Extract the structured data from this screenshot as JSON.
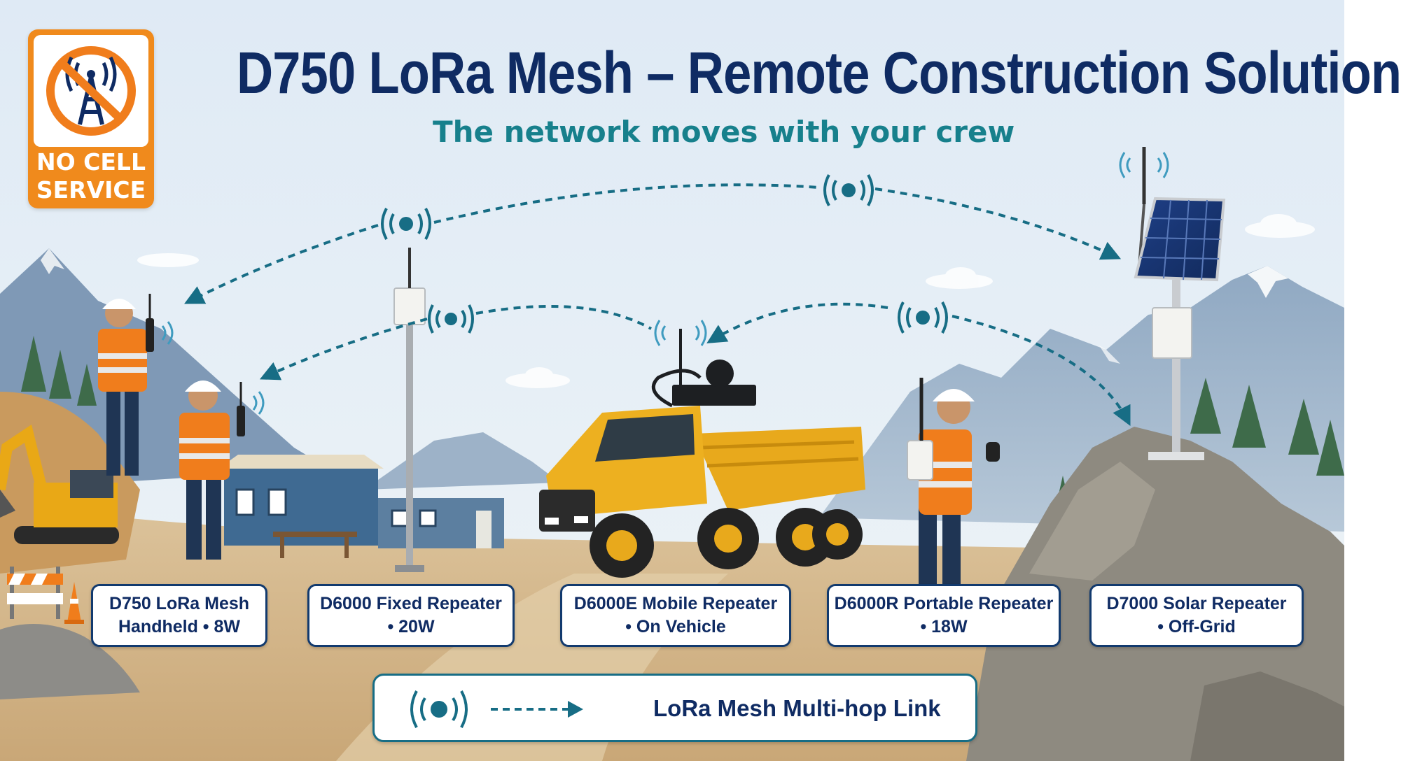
{
  "header": {
    "title": "D750 LoRa Mesh – Remote Construction Solution",
    "subtitle": "The network moves with your crew"
  },
  "badge": {
    "line1": "NO CELL",
    "line2": "SERVICE",
    "icon": "no-cell-tower-icon"
  },
  "devices": [
    {
      "line1": "D750 LoRa Mesh",
      "line2": "Handheld • 8W"
    },
    {
      "line1": "D6000 Fixed Repeater",
      "line2": "• 20W"
    },
    {
      "line1": "D6000E Mobile Repeater",
      "line2": "• On Vehicle"
    },
    {
      "line1": "D6000R Portable Repeater",
      "line2": "• 18W"
    },
    {
      "line1": "D7000 Solar Repeater",
      "line2": "• Off-Grid"
    }
  ],
  "legend": {
    "label": "LoRa Mesh Multi-hop Link",
    "icon": "signal-node-icon"
  },
  "colors": {
    "title": "#0f2b63",
    "subtitle": "#17808c",
    "badge": "#f08a1c",
    "link": "#176d85",
    "safety_vest": "#f07d1c",
    "truck": "#e8a91c"
  }
}
